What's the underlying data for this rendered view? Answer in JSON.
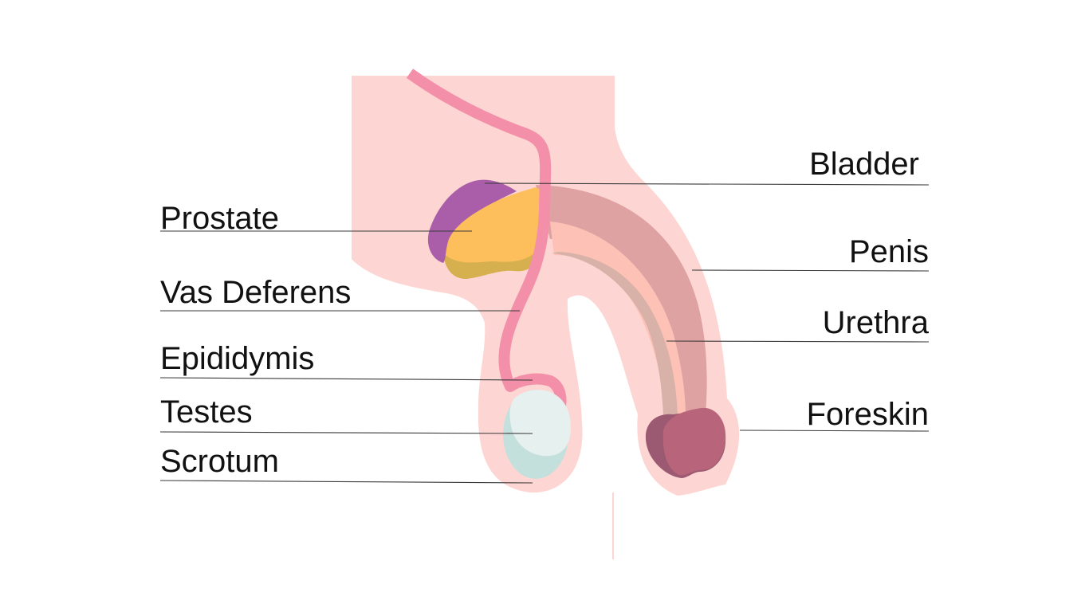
{
  "labels": {
    "prostate": "Prostate",
    "vas_deferens": "Vas Deferens",
    "epididymis": "Epididymis",
    "testes": "Testes",
    "scrotum": "Scrotum",
    "bladder": "Bladder",
    "penis": "Penis",
    "urethra": "Urethra",
    "foreskin": "Foreskin"
  },
  "colors": {
    "skin": "#fdd6d3",
    "vas_deferens": "#f48fa9",
    "bladder": "#aa5ea9",
    "prostate": "#fdbf5c",
    "prostate_shadow": "#d6af4f",
    "penis_shaft": "#dfa2a3",
    "urethra": "#fdc2b5",
    "urethra_shadow": "#d8b1a8",
    "glans": "#b8647a",
    "glans_shadow": "#9b5a72",
    "testis": "#e6f0ee",
    "testis_shadow": "#c4e0dc",
    "leader_line": "#3a3a3a"
  }
}
